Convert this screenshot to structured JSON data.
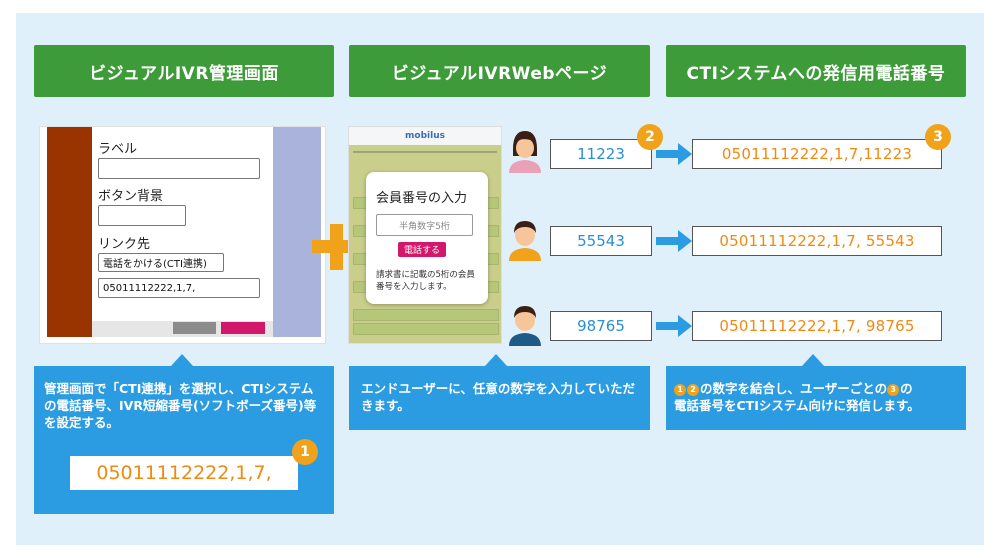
{
  "headers": {
    "admin": "ビジュアルIVR管理画面",
    "web": "ビジュアルIVRWebページ",
    "phone_numbers": "CTIシステムへの発信用電話番号"
  },
  "admin_screen": {
    "label_label": "ラベル",
    "button_bg_label": "ボタン背景",
    "link_label": "リンク先",
    "link_select_value": "電話をかける(CTI連携)",
    "link_number_value": "05011112222,1,7,"
  },
  "web_page": {
    "logo": "mobilus",
    "modal_title": "会員番号の入力",
    "input_placeholder": "半角数字5桁",
    "call_button": "電話する",
    "modal_note": "請求書に記載の5桁の会員番号を入力します。"
  },
  "entries": [
    {
      "input": "11223",
      "result": "05011112222,1,7,11223",
      "icon": "woman-icon"
    },
    {
      "input": "55543",
      "result": "05011112222,1,7, 55543",
      "icon": "man-icon"
    },
    {
      "input": "98765",
      "result": "05011112222,1,7, 98765",
      "icon": "man-icon"
    }
  ],
  "badges": {
    "b1": "1",
    "b2": "2",
    "b3": "3"
  },
  "notes": {
    "admin": "管理画面で「CTI連携」を選択し、CTIシステムの電話番号、IVR短縮番号(ソフトボーズ番号)等を設定する。",
    "admin_number": "05011112222,1,7,",
    "web": "エンドユーザーに、任意の数字を入力していただきます。",
    "result_mid": "の数字を結合し、ユーザーごとの",
    "result_tail1": "の",
    "result_line2": "電話番号をCTIシステム向けに発信します。"
  },
  "colors": {
    "header_green": "#3e9b39",
    "note_blue": "#2b9be2",
    "accent_orange": "#ef8a11",
    "number_blue": "#2b8fd0",
    "panel_bg": "#dff0fb"
  }
}
